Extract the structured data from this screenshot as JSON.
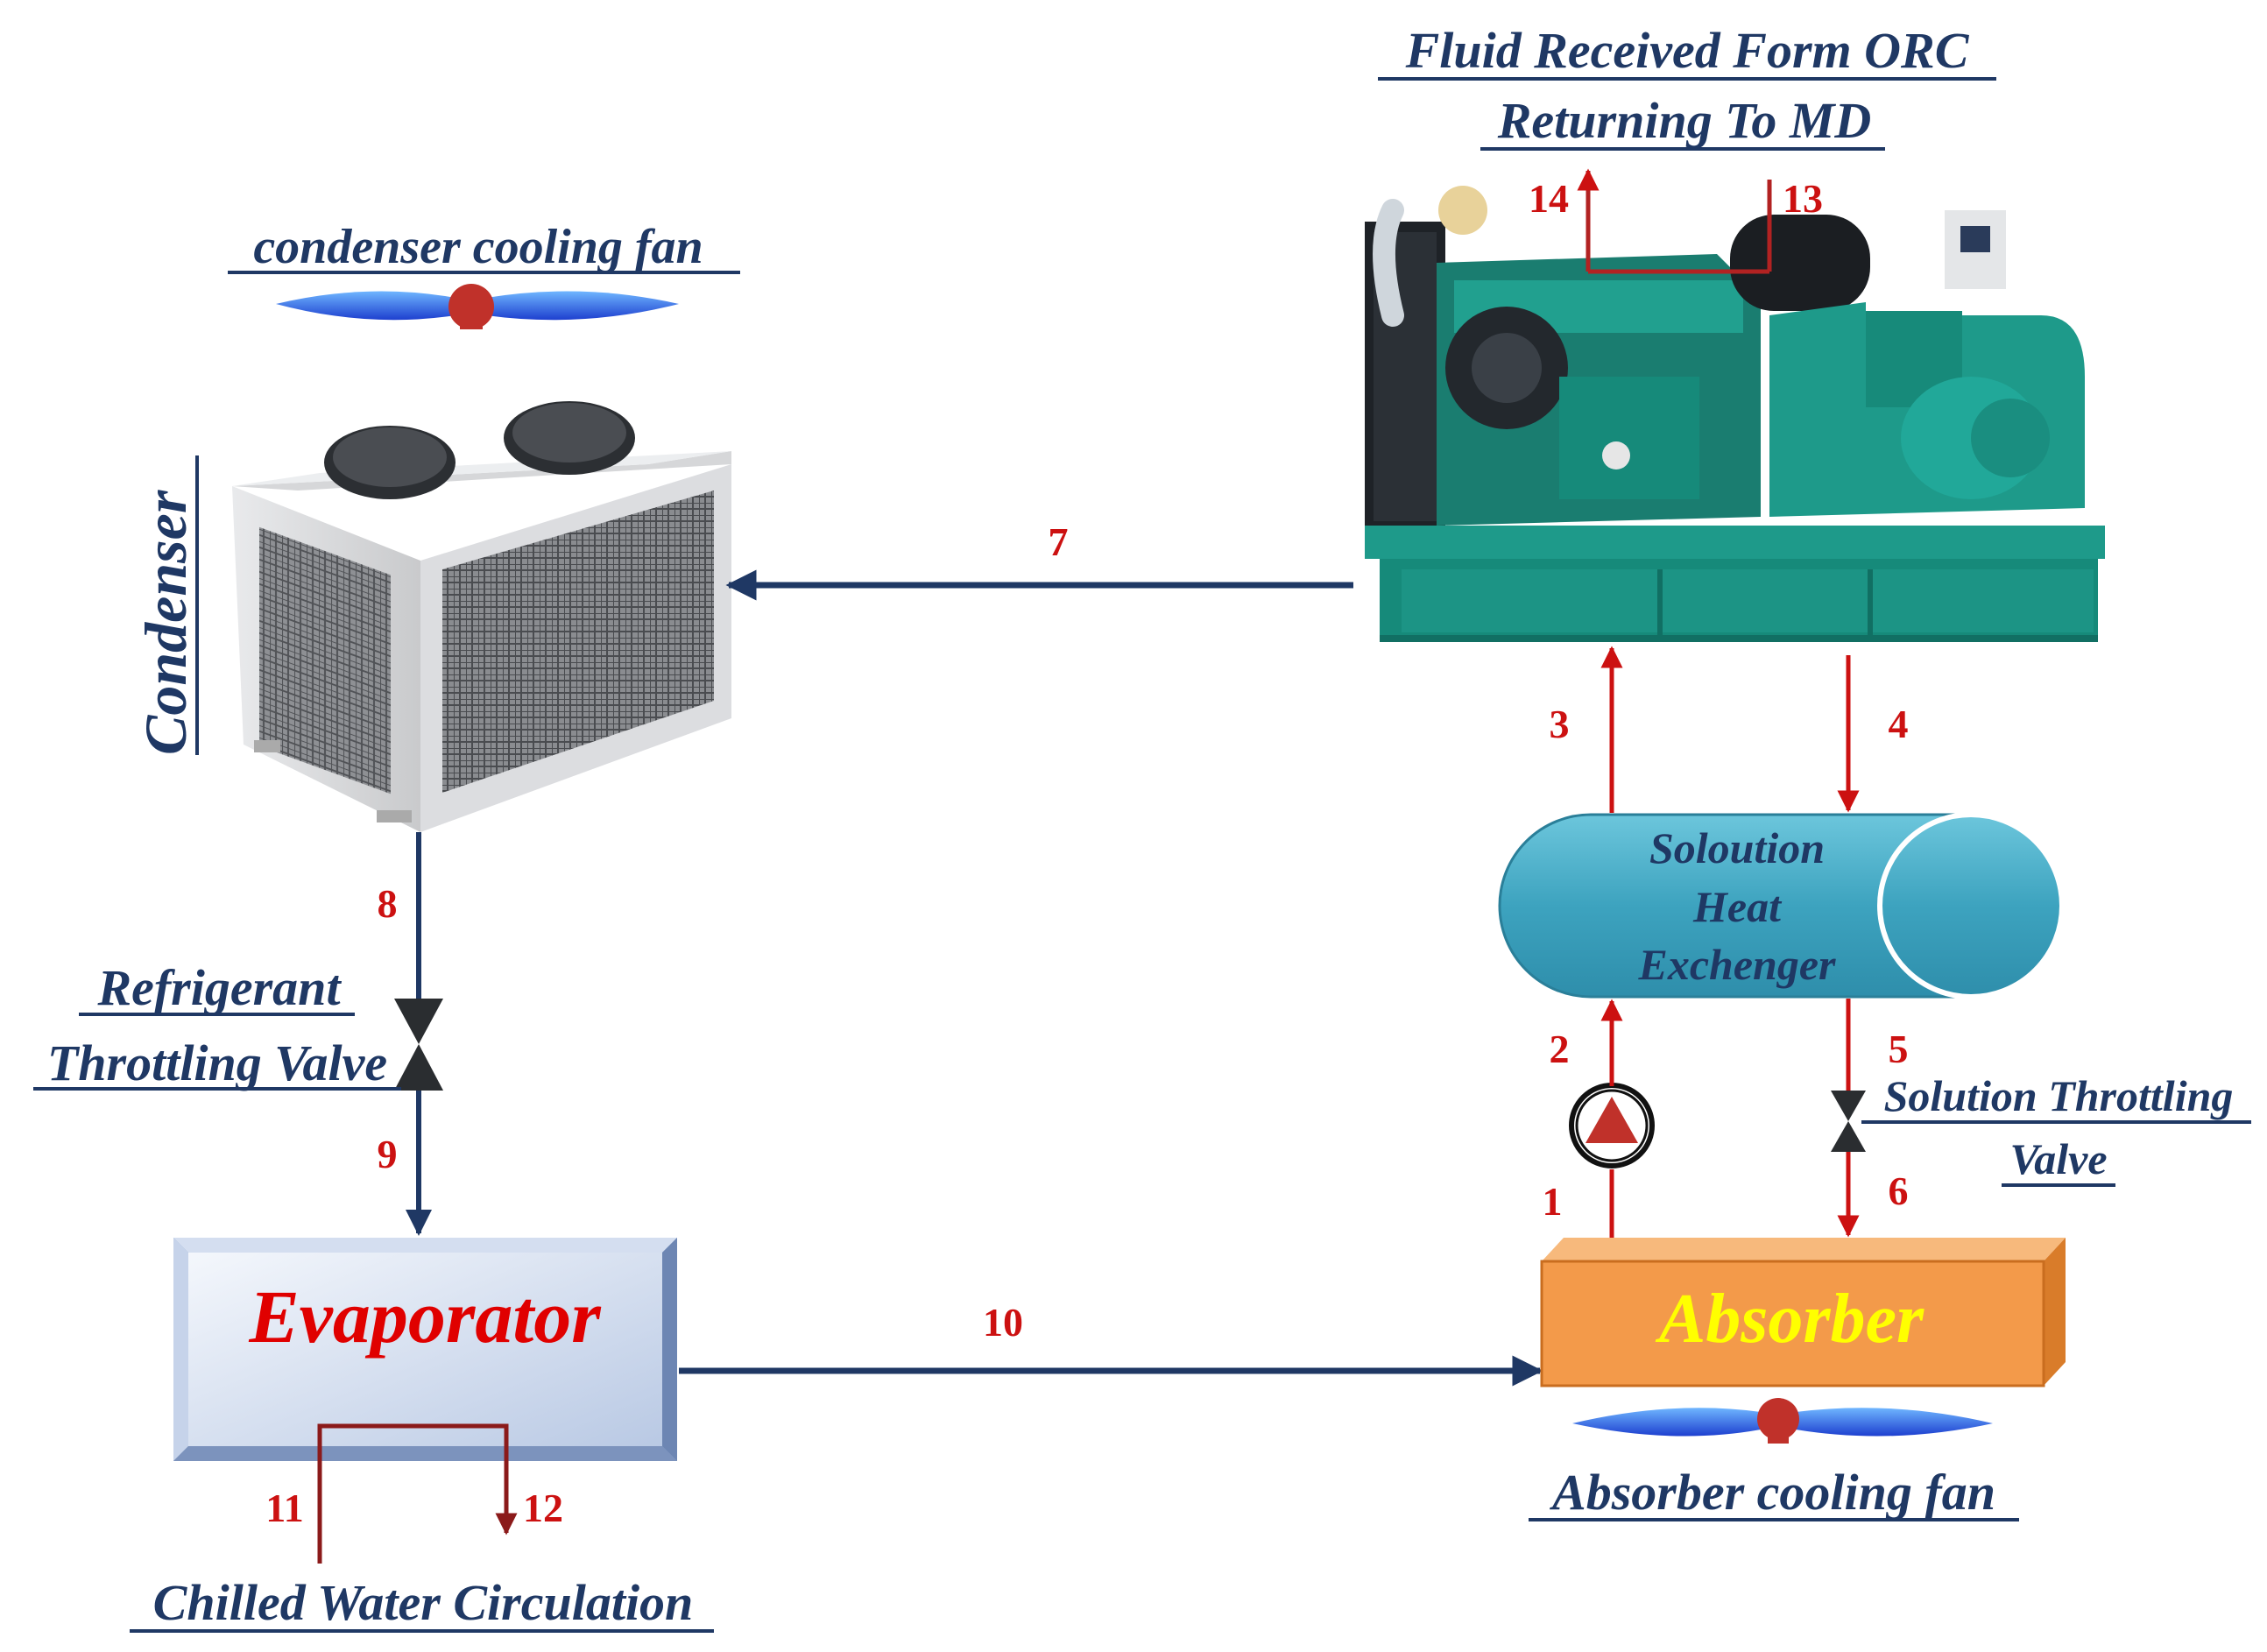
{
  "labels": {
    "orc_line1": "Fluid Received Form ORC",
    "orc_line2": "Returning To MD",
    "condenser_fan": "condenser cooling fan",
    "condenser": "Condenser",
    "refrig_valve_line1": "Refrigerant",
    "refrig_valve_line2": "Throttling Valve",
    "shx_line1": "Soloution",
    "shx_line2": "Heat",
    "shx_line3": "Exchenger",
    "solution_valve_line1": "Solution Throttling",
    "solution_valve_line2": "Valve",
    "evaporator": "Evaporator",
    "absorber": "Absorber",
    "absorber_fan": "Absorber cooling fan",
    "chilled_water": "Chilled Water Circulation"
  },
  "state_points": {
    "p1": "1",
    "p2": "2",
    "p3": "3",
    "p4": "4",
    "p5": "5",
    "p6": "6",
    "p7": "7",
    "p8": "8",
    "p9": "9",
    "p10": "10",
    "p11": "11",
    "p12": "12",
    "p13": "13",
    "p14": "14"
  },
  "colors": {
    "navy_line": "#1f3864",
    "red_line": "#cc1111",
    "label_text": "#1f3864",
    "evaporator_text": "#e00000",
    "absorber_text": "#ffff00",
    "absorber_fill": "#f39a4a",
    "shx_fill": "#4aaec9",
    "genset_green": "#1a9a8a"
  }
}
